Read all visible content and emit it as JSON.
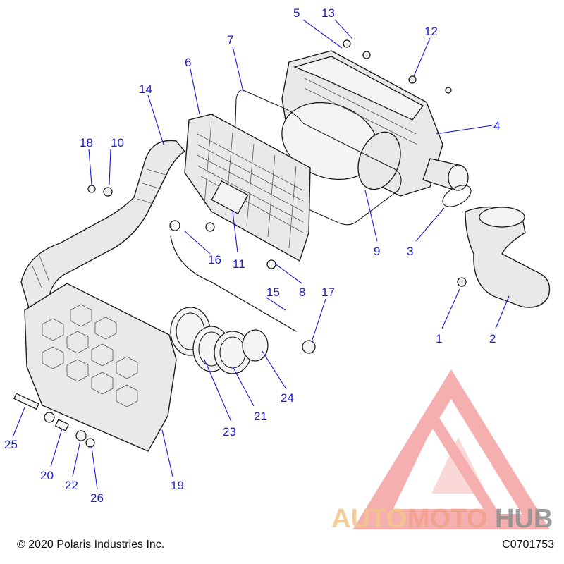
{
  "diagram": {
    "callouts": [
      "1",
      "2",
      "3",
      "4",
      "5",
      "6",
      "7",
      "8",
      "9",
      "10",
      "11",
      "12",
      "13",
      "14",
      "15",
      "16",
      "17",
      "18",
      "19",
      "20",
      "21",
      "22",
      "23",
      "24",
      "25",
      "26"
    ]
  },
  "footer": {
    "copyright": "© 2020 Polaris Industries Inc.",
    "code": "C0701753"
  },
  "watermark": {
    "part1": "AUTO",
    "part2": "MOTO",
    "part3": "HUB",
    "colors": {
      "auto": "#f3c48a",
      "moto": "#f2a08c",
      "hub": "#8e8e8e",
      "logo": "#f08a8a"
    }
  }
}
